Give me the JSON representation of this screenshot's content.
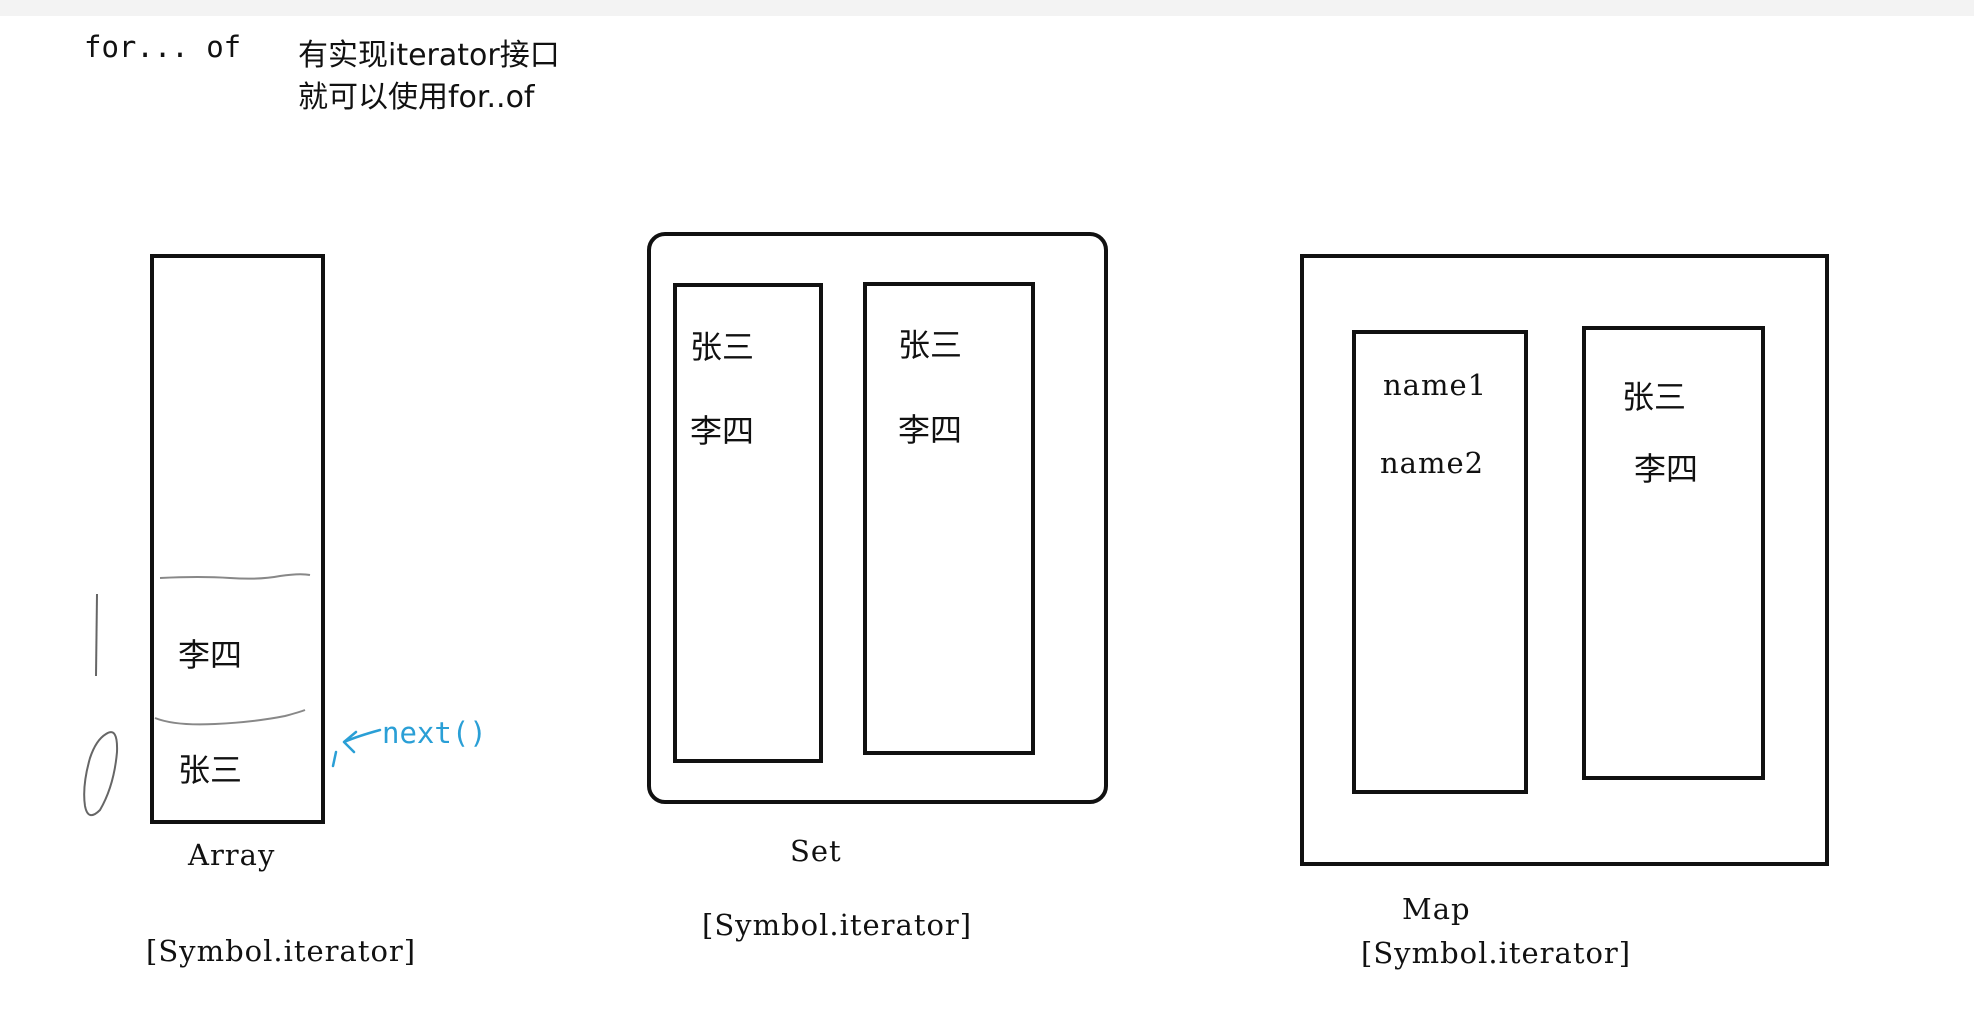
{
  "heading": {
    "keyword": "for... of",
    "line1": "有实现iterator接口",
    "line2": "就可以使用for..of"
  },
  "array": {
    "item_top": "李四",
    "item_bottom": "张三",
    "next_label": "next()",
    "caption": "Array",
    "symbol": "[Symbol.iterator]"
  },
  "set": {
    "left_items": [
      "张三",
      "李四"
    ],
    "right_items": [
      "张三",
      "李四"
    ],
    "caption": "Set",
    "symbol": "[Symbol.iterator]"
  },
  "map": {
    "keys": [
      "name1",
      "name2"
    ],
    "values": [
      "张三",
      "李四"
    ],
    "caption": "Map",
    "symbol": "[Symbol.iterator]"
  },
  "colors": {
    "stroke": "#111111",
    "annotation": "#2a9fd6",
    "pencil": "#888888"
  }
}
